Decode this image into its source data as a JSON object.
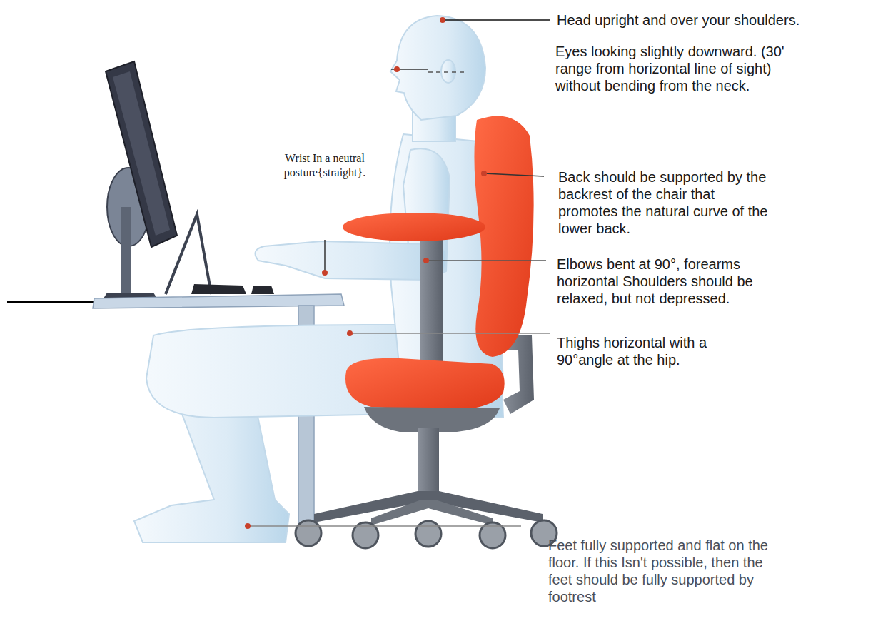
{
  "diagram": {
    "labels": [
      "Head upright and over your shoulders.",
      "Eyes looking slightly downward. (30' range from horizontal line of sight) without bending from the neck.",
      "Wrist In a neutral posture{straight}.",
      "Back should be supported by the backrest of the chair that promotes the natural curve of the lower back.",
      "Elbows bent at 90°, forearms horizontal Shoulders should be relaxed, but not depressed.",
      "Thighs horizontal with a 90°angle at the hip.",
      "Feet fully supported and flat on the floor. If this Isn't possible, then the feet should be fully supported by footrest"
    ]
  }
}
